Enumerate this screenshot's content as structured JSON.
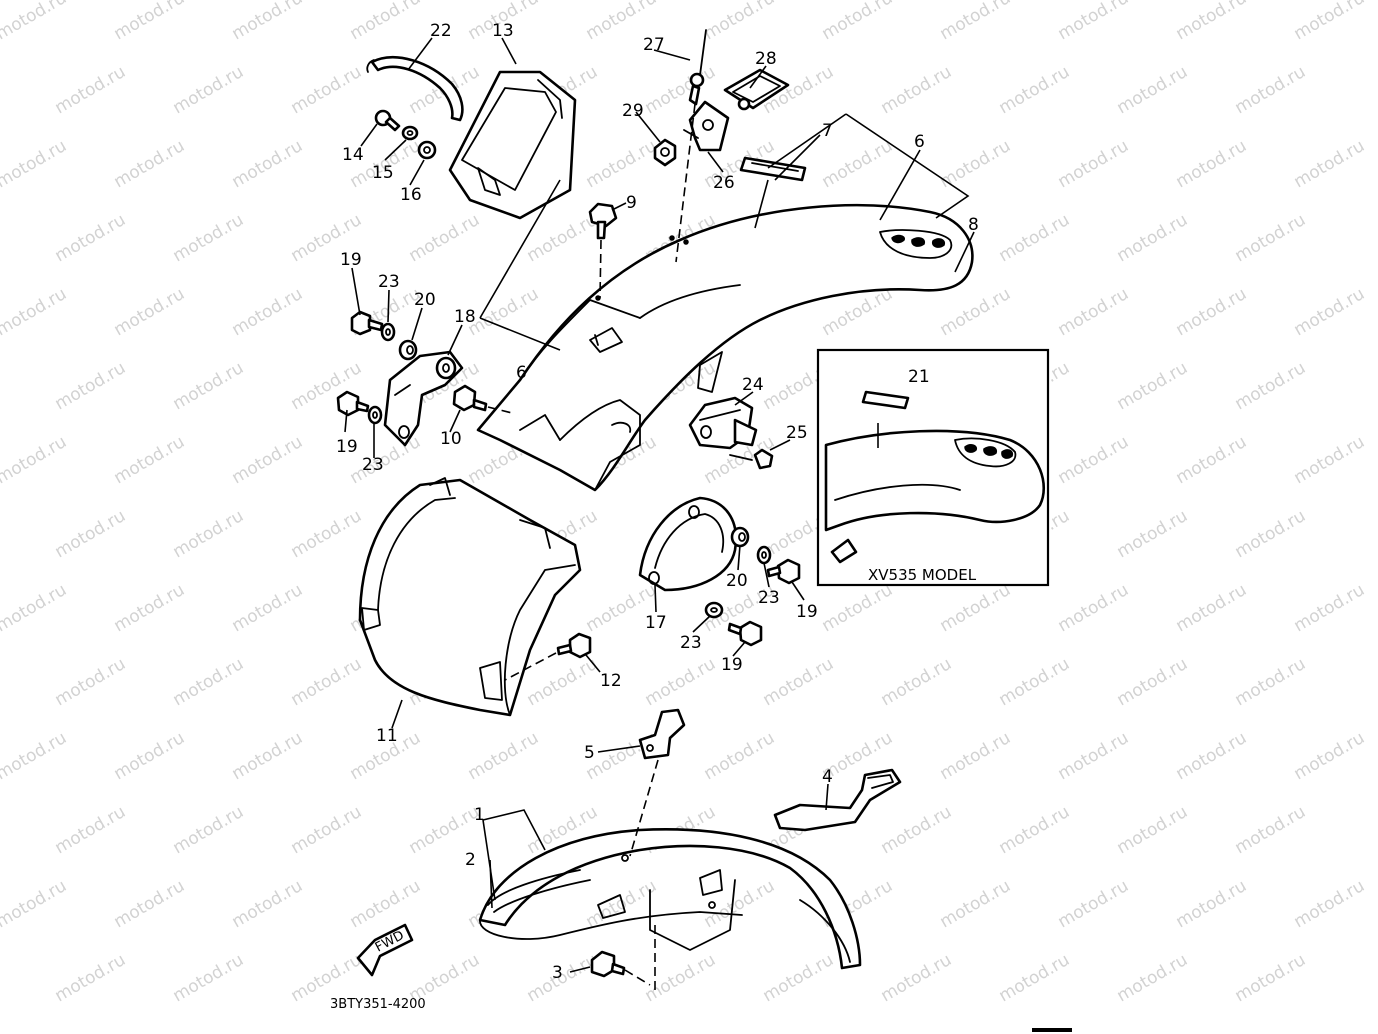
{
  "watermark": "motod.ru",
  "inset_title": "XV535 MODEL",
  "drawing_code": "3BTY351-4200",
  "fwd_label": "FWD",
  "callouts": {
    "c1": "1",
    "c2": "2",
    "c3": "3",
    "c4": "4",
    "c5": "5",
    "c6a": "6",
    "c6b": "6",
    "c7": "7",
    "c8": "8",
    "c9": "9",
    "c10": "10",
    "c11": "11",
    "c12": "12",
    "c13": "13",
    "c14": "14",
    "c15": "15",
    "c16": "16",
    "c17": "17",
    "c18": "18",
    "c19a": "19",
    "c19b": "19",
    "c19c": "19",
    "c19d": "19",
    "c20a": "20",
    "c20b": "20",
    "c21": "21",
    "c22": "22",
    "c23a": "23",
    "c23b": "23",
    "c23c": "23",
    "c23d": "23",
    "c24": "24",
    "c25": "25",
    "c26": "26",
    "c27": "27",
    "c28": "28",
    "c29": "29"
  }
}
